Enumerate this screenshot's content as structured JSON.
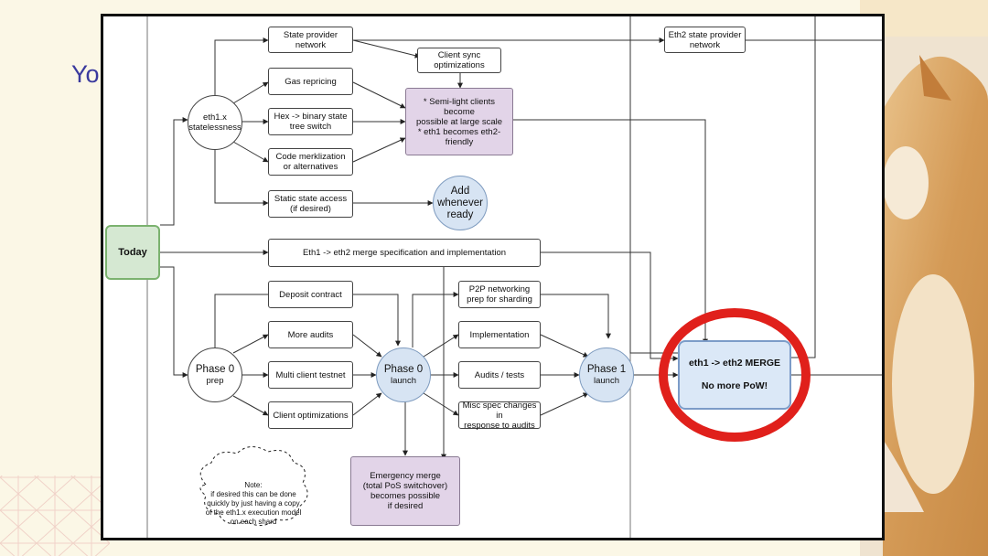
{
  "slide": {
    "title_fragment": "Yo"
  },
  "diagram": {
    "today": "Today",
    "eth1x": "eth1.x\nstatelessness",
    "state_provider": "State provider\nnetwork",
    "client_sync": "Client sync\noptimizations",
    "gas_repricing": "Gas repricing",
    "hex_binary": "Hex -> binary state\ntree switch",
    "code_merk": "Code merklization\nor alternatives",
    "static_state": "Static state access\n(if desired)",
    "semi_light": "* Semi-light clients become\npossible at large scale\n* eth1 becomes eth2-friendly",
    "add_whenever": "Add\nwhenever\nready",
    "eth2_state_provider": "Eth2 state provider\nnetwork",
    "merge_spec": "Eth1 -> eth2 merge specification and implementation",
    "deposit_contract": "Deposit contract",
    "more_audits": "More audits",
    "multi_client": "Multi client testnet",
    "client_opt": "Client optimizations",
    "phase0_prep_title": "Phase 0",
    "phase0_prep_sub": "prep",
    "phase0_launch_title": "Phase 0",
    "phase0_launch_sub": "launch",
    "p2p": "P2P networking\nprep for sharding",
    "implementation": "Implementation",
    "audits_tests": "Audits / tests",
    "misc_spec": "Misc spec changes in\nresponse to audits",
    "phase1_title": "Phase 1",
    "phase1_sub": "launch",
    "merge_title": "eth1 -> eth2 MERGE",
    "merge_sub": "No more PoW!",
    "emergency": "Emergency merge\n(total PoS switchover)\nbecomes possible\nif desired",
    "note": "Note:\nif desired this can be done\nquickly by just having a copy\nof the eth1.x execution model\non each shard"
  },
  "colors": {
    "highlight_ring": "#e0201b",
    "purple_box": "#e2d4e8",
    "blue_node": "#d7e4f3",
    "green_node": "#d5e8d2"
  }
}
